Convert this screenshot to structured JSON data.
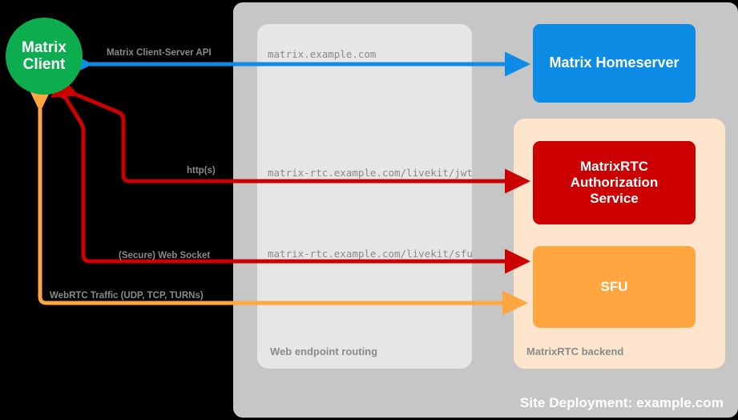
{
  "diagram": {
    "title": "Site Deployment: example.com",
    "colors": {
      "client_green": "#0bad4e",
      "homeserver_blue": "#0d8ce6",
      "auth_red": "#cc0000",
      "sfu_orange": "#ffa640",
      "site_grey": "#c6c6c6",
      "routing_grey": "#e6e6e6",
      "backend_peach": "#fce4cd",
      "label_grey": "#8a8a8a"
    },
    "nodes": {
      "client": "Matrix\nClient",
      "client_line1": "Matrix",
      "client_line2": "Client",
      "homeserver": "Matrix Homeserver",
      "auth_line1": "MatrixRTC",
      "auth_line2": "Authorization",
      "auth_line3": "Service",
      "sfu": "SFU"
    },
    "groups": {
      "site": "Site Deployment: example.com",
      "routing": "Web endpoint routing",
      "backend": "MatrixRTC backend"
    },
    "endpoints": {
      "homeserver_url": "matrix.example.com",
      "jwt_url": "matrix-rtc.example.com/livekit/jwt",
      "sfu_url": "matrix-rtc.example.com/livekit/sfu"
    },
    "protocols": {
      "cs_api": "Matrix Client-Server API",
      "http": "http(s)",
      "websocket": "(Secure) Web Socket",
      "webrtc": "WebRTC Traffic (UDP, TCP, TURNs)"
    },
    "connections": [
      {
        "name": "matrix-client-server-api",
        "from": "Matrix Homeserver",
        "to": "Matrix Client",
        "protocol": "Matrix Client-Server API",
        "endpoint": "matrix.example.com",
        "color": "#0d8ce6",
        "direction": "bidirectional"
      },
      {
        "name": "jwt-http",
        "from": "Matrix Client",
        "to": "MatrixRTC Authorization Service",
        "protocol": "http(s)",
        "endpoint": "matrix-rtc.example.com/livekit/jwt",
        "color": "#cc0000",
        "direction": "bidirectional"
      },
      {
        "name": "sfu-websocket",
        "from": "Matrix Client",
        "to": "SFU",
        "protocol": "(Secure) Web Socket",
        "endpoint": "matrix-rtc.example.com/livekit/sfu",
        "color": "#cc0000",
        "direction": "bidirectional"
      },
      {
        "name": "webrtc-media",
        "from": "Matrix Client",
        "to": "SFU",
        "protocol": "WebRTC Traffic (UDP, TCP, TURNs)",
        "endpoint": "",
        "color": "#ffa640",
        "direction": "bidirectional"
      }
    ]
  }
}
